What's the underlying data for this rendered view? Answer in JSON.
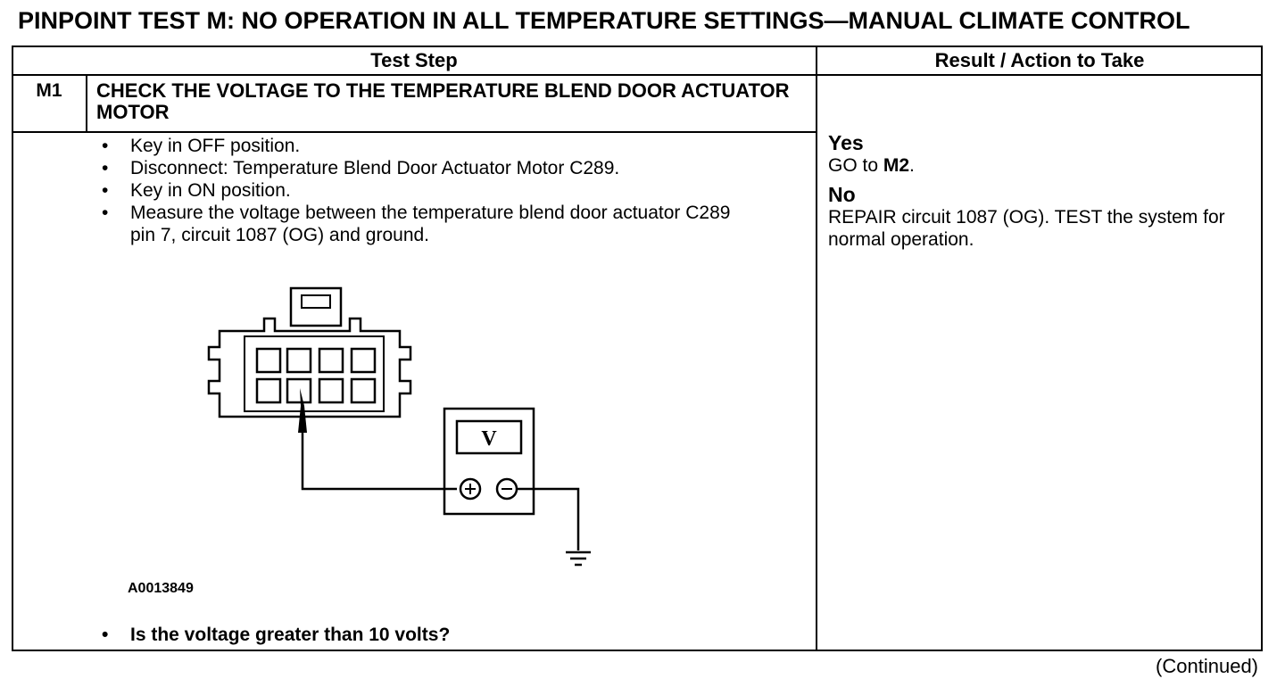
{
  "title": "PINPOINT TEST M: NO OPERATION IN ALL TEMPERATURE SETTINGS—MANUAL CLIMATE CONTROL",
  "table": {
    "col_test_step": "Test Step",
    "col_result": "Result / Action to Take"
  },
  "step": {
    "id": "M1",
    "title": "CHECK THE VOLTAGE TO THE TEMPERATURE BLEND DOOR ACTUATOR MOTOR",
    "bullets": [
      "Key in OFF position.",
      "Disconnect: Temperature Blend Door Actuator Motor C289.",
      "Key in ON position.",
      "Measure the voltage between the temperature blend door actuator C289 pin 7, circuit 1087 (OG) and ground."
    ],
    "figure_id": "A0013849",
    "meter_symbol": "V",
    "question": "Is the voltage greater than 10 volts?"
  },
  "result": {
    "yes_label": "Yes",
    "yes_prefix": "GO to ",
    "yes_target": "M2",
    "yes_suffix": ".",
    "no_label": "No",
    "no_text": "REPAIR circuit 1087 (OG). TEST the system for normal operation."
  },
  "continued": "(Continued)"
}
